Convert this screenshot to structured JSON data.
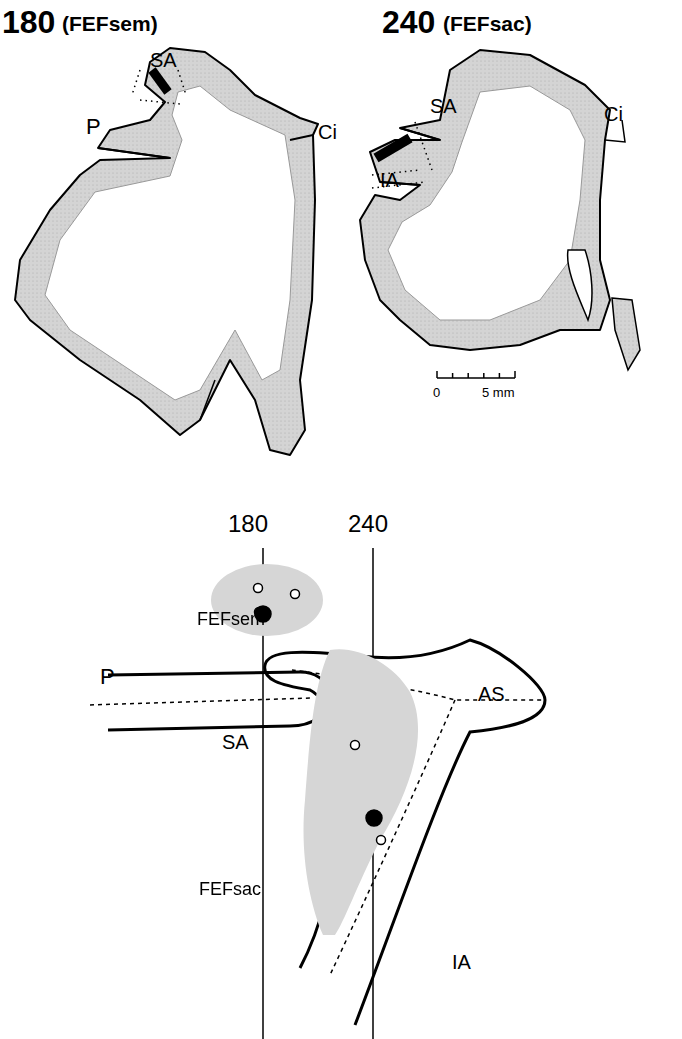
{
  "diagram": {
    "nodes": [
      {
        "text": [
          "FEFsem"
        ]
      },
      {
        "text": [
          "FEFsac"
        ]
      }
    ],
    "labels": [
      "180",
      "(FEFsem)",
      "240",
      "(FEFsac)",
      "SA",
      "P",
      "Ci",
      "SA",
      "IA",
      "Ci",
      "0",
      "5 mm",
      "180",
      "240",
      "SA",
      "AS",
      "P",
      "IA"
    ]
  }
}
